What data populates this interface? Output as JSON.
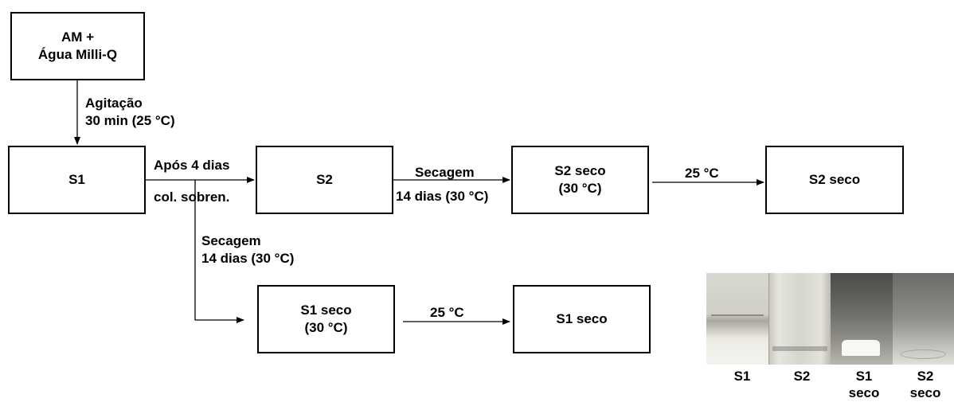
{
  "nodes": {
    "start": "AM +\nÁgua Milli-Q",
    "s1": "S1",
    "s2": "S2",
    "s2_seco_30": "S2 seco\n(30 °C)",
    "s2_seco": "S2 seco",
    "s1_seco_30": "S1 seco\n(30 °C)",
    "s1_seco": "S1 seco"
  },
  "edges": {
    "agitacao": "Agitação\n30 min (25 °C)",
    "apos_top": "Após 4 dias",
    "apos_bottom": "col. sobren.",
    "secagem_s2_top": "Secagem",
    "secagem_s2_bottom": "14 dias (30 °C)",
    "temp_s2": "25 °C",
    "secagem_s1": "Secagem\n14 dias (30 °C)",
    "temp_s1": "25 °C"
  },
  "photo": {
    "labels": [
      "S1",
      "S2",
      "S1\nseco",
      "S2\nseco"
    ]
  }
}
